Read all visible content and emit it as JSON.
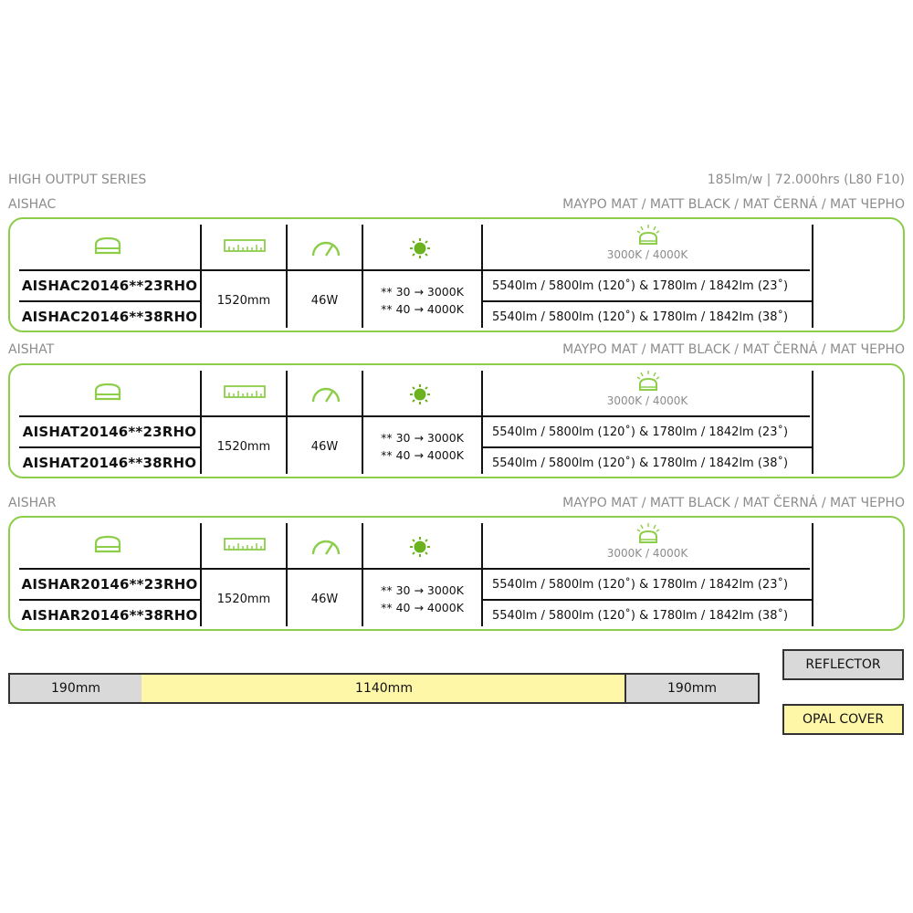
{
  "header": {
    "series": "HIGH OUTPUT SERIES",
    "specs": "185lm/w | 72.000hrs (L80 F10)"
  },
  "colors": {
    "accent": "#8ccd4a",
    "reflector": "#d9d9d9",
    "opal": "#fff7a8"
  },
  "icons": [
    "luminaire-icon",
    "ruler-icon",
    "gauge-icon",
    "sun-icon",
    "lamp-light-icon"
  ],
  "cct_options_label": "3000K / 4000K",
  "families": [
    {
      "name": "AISHAC",
      "finish": "MAYPO MAT / MATT BLACK / MAT ČERNÁ / MAT ЧЕРНО",
      "codes": [
        "AISHAC20146**23RHO",
        "AISHAC20146**38RHO"
      ],
      "length": "1520mm",
      "power": "46W",
      "cct": [
        "** 30 → 3000K",
        "** 40 → 4000K"
      ],
      "lumens": [
        "5540lm / 5800lm (120˚) & 1780lm / 1842lm (23˚)",
        "5540lm / 5800lm (120˚) & 1780lm / 1842lm (38˚)"
      ]
    },
    {
      "name": "AISHAT",
      "finish": "MAYPO MAT / MATT BLACK / MAT ČERNÁ / MAT ЧЕРНО",
      "codes": [
        "AISHAT20146**23RHO",
        "AISHAT20146**38RHO"
      ],
      "length": "1520mm",
      "power": "46W",
      "cct": [
        "** 30 → 3000K",
        "** 40 → 4000K"
      ],
      "lumens": [
        "5540lm / 5800lm (120˚) & 1780lm / 1842lm (23˚)",
        "5540lm / 5800lm (120˚) & 1780lm / 1842lm (38˚)"
      ]
    },
    {
      "name": "AISHAR",
      "finish": "MAYPO MAT / MATT BLACK / MAT ČERNÁ / MAT ЧЕРНО",
      "codes": [
        "AISHAR20146**23RHO",
        "AISHAR20146**38RHO"
      ],
      "length": "1520mm",
      "power": "46W",
      "cct": [
        "** 30 → 3000K",
        "** 40 → 4000K"
      ],
      "lumens": [
        "5540lm / 5800lm (120˚) & 1780lm / 1842lm (23˚)",
        "5540lm / 5800lm (120˚) & 1780lm / 1842lm (38˚)"
      ]
    }
  ],
  "dimensions": {
    "left": "190mm",
    "middle": "1140mm",
    "right": "190mm"
  },
  "legend": {
    "reflector": "REFLECTOR",
    "opal": "OPAL COVER"
  }
}
